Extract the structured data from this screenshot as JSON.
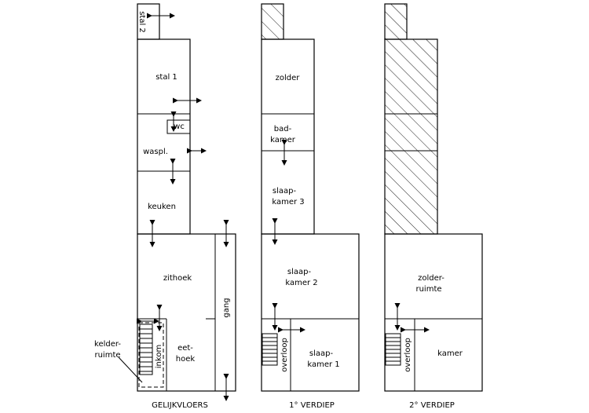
{
  "floors": {
    "ground": "GELIJKVLOERS",
    "first": "1° VERDIEP",
    "second": "2° VERDIEP"
  },
  "ground_rooms": {
    "stal2": "stal 2",
    "stal1": "stal 1",
    "wc": "wc",
    "waspl": "waspl.",
    "keuken": "keuken",
    "zithoek": "zithoek",
    "gang": "gang",
    "inkom": "inkom",
    "eethoek_1": "eet-",
    "eethoek_2": "hoek",
    "kelder_1": "kelder-",
    "kelder_2": "ruimte"
  },
  "first_rooms": {
    "zolder": "zolder",
    "badkamer_1": "bad-",
    "badkamer_2": "kamer",
    "slaapkamer3_1": "slaap-",
    "slaapkamer3_2": "kamer 3",
    "slaapkamer2_1": "slaap-",
    "slaapkamer2_2": "kamer 2",
    "overloop": "overloop",
    "slaapkamer1_1": "slaap-",
    "slaapkamer1_2": "kamer 1"
  },
  "second_rooms": {
    "zolderruimte_1": "zolder-",
    "zolderruimte_2": "ruimte",
    "overloop": "overloop",
    "kamer": "kamer"
  }
}
